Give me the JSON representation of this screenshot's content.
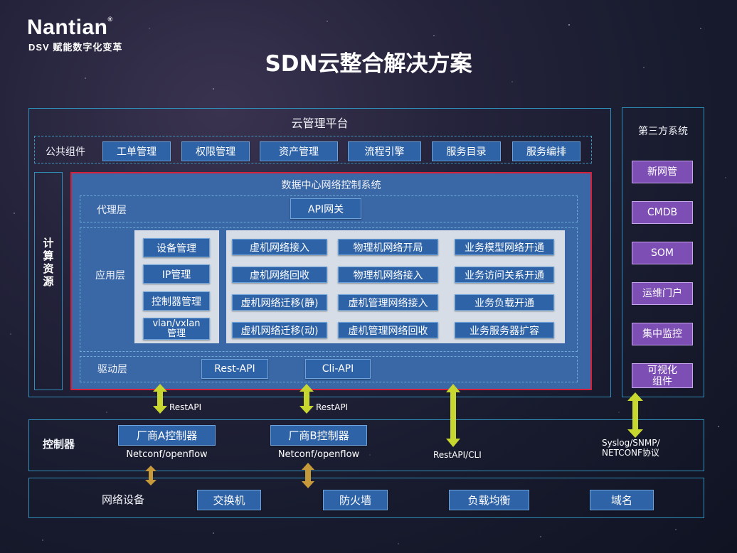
{
  "logo": {
    "name": "Nantian",
    "registered": "®",
    "sub": "DSV 赋能数字化变革"
  },
  "title": "SDN云整合解决方案",
  "cloud_platform": {
    "title": "云管理平台",
    "common_label": "公共组件",
    "common_items": [
      "工单管理",
      "权限管理",
      "资产管理",
      "流程引擎",
      "服务目录",
      "服务编排"
    ],
    "compute_label": "计算资源"
  },
  "dcn": {
    "title": "数据中心网络控制系统",
    "proxy_label": "代理层",
    "api_gateway": "API网关",
    "app_label": "应用层",
    "left_items": [
      "设备管理",
      "IP管理",
      "控制器管理",
      "vlan/vxlan\n管理"
    ],
    "grid": [
      [
        "虚机网络接入",
        "物理机网络开局",
        "业务模型网络开通"
      ],
      [
        "虚机网络回收",
        "物理机网络接入",
        "业务访问关系开通"
      ],
      [
        "虚机网络迁移(静)",
        "虚机管理网络接入",
        "业务负载开通"
      ],
      [
        "虚机网络迁移(动)",
        "虚机管理网络回收",
        "业务服务器扩容"
      ]
    ],
    "driver_label": "驱动层",
    "drivers": [
      "Rest-API",
      "Cli-API"
    ]
  },
  "third_party": {
    "title": "第三方系统",
    "items": [
      "新网管",
      "CMDB",
      "SOM",
      "运维门户",
      "集中监控",
      "可视化\n组件"
    ]
  },
  "connectors": {
    "rest1": "RestAPI",
    "rest2": "RestAPI",
    "rest_cli": "RestAPI/CLI",
    "syslog": "Syslog/SNMP/\nNETCONF协议"
  },
  "controller": {
    "label": "控制器",
    "vendor_a": "厂商A控制器",
    "vendor_b": "厂商B控制器",
    "protocol_a": "Netconf/openflow",
    "protocol_b": "Netconf/openflow"
  },
  "network": {
    "label": "网络设备",
    "items": [
      "交换机",
      "防火墙",
      "负载均衡",
      "域名"
    ]
  },
  "colors": {
    "frame": "#2f8fb8",
    "box_blue": "#2f63a8",
    "box_purple": "#7d4fb5",
    "dcn_border": "#d4203a",
    "arrow": "#c8d630",
    "arrow_brown": "#c69a3a"
  }
}
